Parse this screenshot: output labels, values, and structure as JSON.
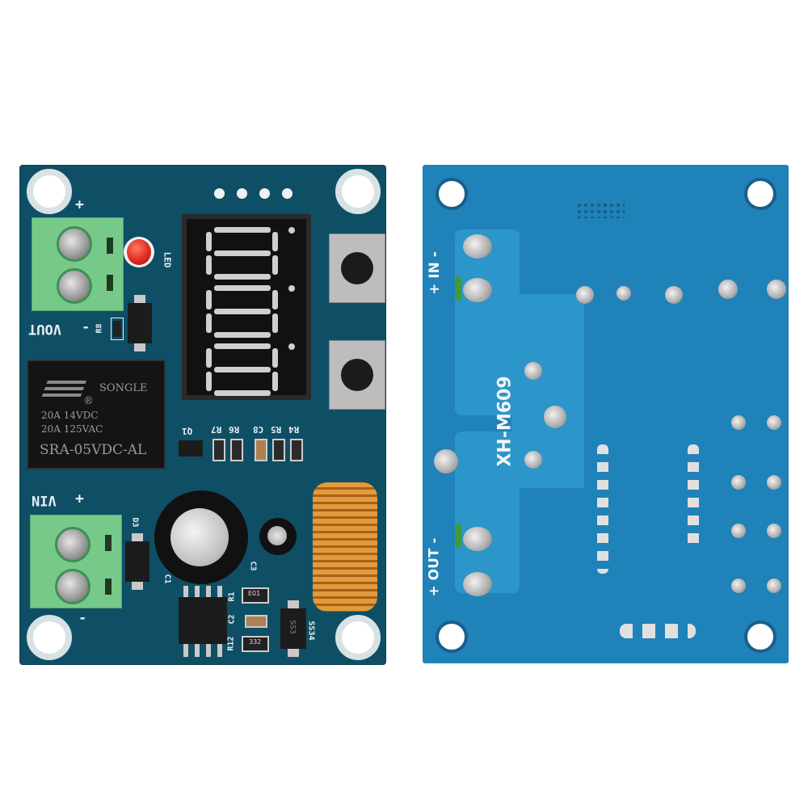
{
  "image": {
    "description": "Product photo of a DC voltage regulator/battery protection module, front and back of the PCB",
    "background": "#ffffff"
  },
  "front_board": {
    "color": "#0f4f66",
    "labels": {
      "vout": "VOUT",
      "vout_plus": "+",
      "vout_minus": "-",
      "vin": "VIN",
      "vin_plus": "+",
      "vin_minus": "-",
      "led": "LED",
      "r8": "R8",
      "d3": "D3",
      "c1": "C1",
      "c3": "C3",
      "q1": "Q1",
      "r7": "R7",
      "r6": "R6",
      "c8": "C8",
      "r5": "R5",
      "r4": "R4",
      "r1": "R1",
      "c2": "C2",
      "r12": "R12",
      "ss34": "SS34",
      "r1_code": "E01",
      "r12_code": "332",
      "diode_code": "SS3"
    },
    "relay": {
      "brand": "SONGLE",
      "registered": "®",
      "rating_dc": "20A 14VDC",
      "rating_ac": "20A 125VAC",
      "model": "SRA-05VDC-AL"
    },
    "display": {
      "digits": [
        "8",
        "8",
        "8"
      ],
      "color": "#cfcfcf"
    },
    "led_color": "#e02a1f",
    "terminal_color": "#77c98a",
    "inductor_color": "#e39a3a"
  },
  "back_board": {
    "color": "#1f82b8",
    "model_label": "XH-M609",
    "labels": {
      "in": "+ IN -",
      "out": "+ OUT -"
    }
  }
}
